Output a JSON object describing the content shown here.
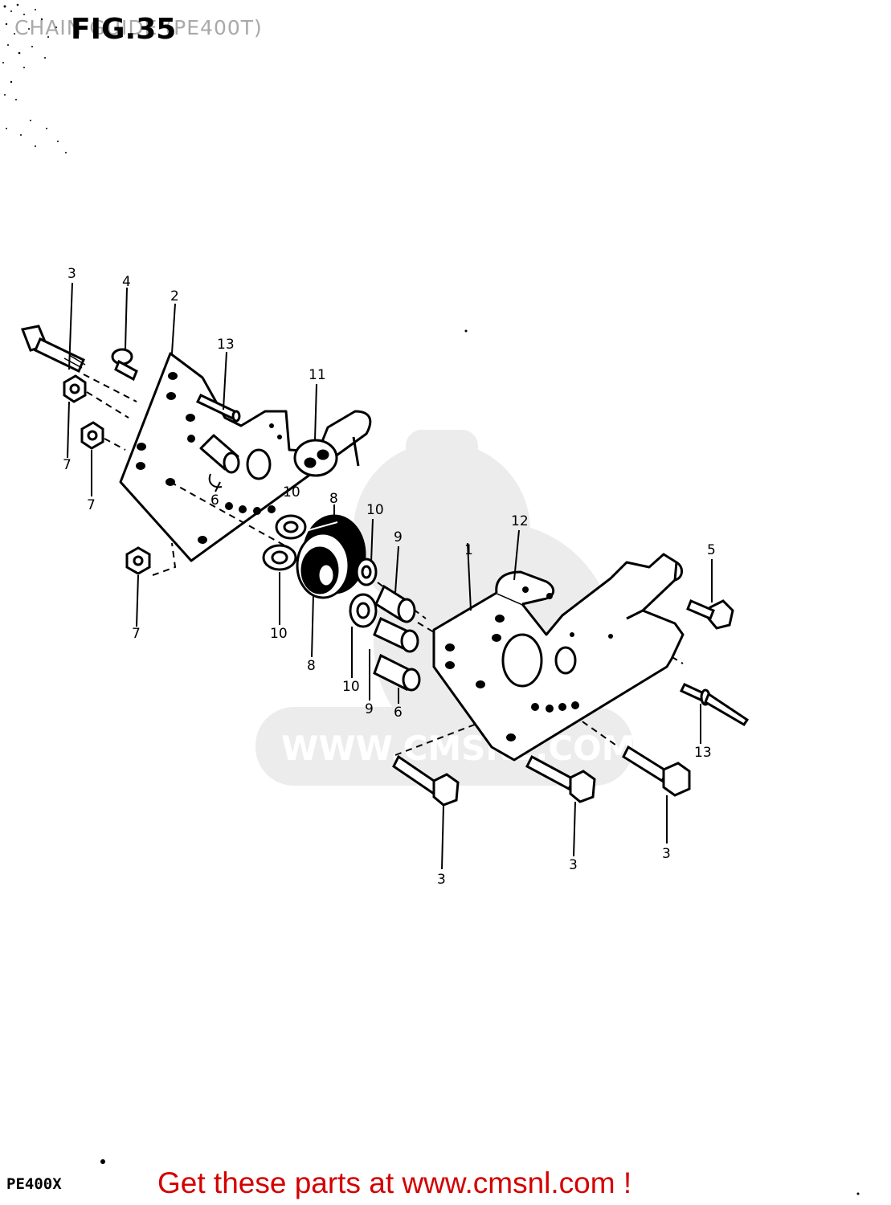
{
  "header": {
    "title": "CHAIN GUIDE (PE400T)",
    "figure_label": "FIG.35"
  },
  "watermark": {
    "text": "WWW.CMSNL.COM"
  },
  "diagram": {
    "callouts": [
      {
        "id": "c3a",
        "text": "3"
      },
      {
        "id": "c4",
        "text": "4"
      },
      {
        "id": "c2",
        "text": "2"
      },
      {
        "id": "c13a",
        "text": "13"
      },
      {
        "id": "c11",
        "text": "11"
      },
      {
        "id": "c7a",
        "text": "7"
      },
      {
        "id": "c7b",
        "text": "7"
      },
      {
        "id": "c7c",
        "text": "7"
      },
      {
        "id": "c6a",
        "text": "6"
      },
      {
        "id": "c10a",
        "text": "10"
      },
      {
        "id": "c8a",
        "text": "8"
      },
      {
        "id": "c10b",
        "text": "10"
      },
      {
        "id": "c10c",
        "text": "10"
      },
      {
        "id": "c8b",
        "text": "8"
      },
      {
        "id": "c10d",
        "text": "10"
      },
      {
        "id": "c9a",
        "text": "9"
      },
      {
        "id": "c9b",
        "text": "9"
      },
      {
        "id": "c6b",
        "text": "6"
      },
      {
        "id": "c1",
        "text": "1"
      },
      {
        "id": "c12",
        "text": "12"
      },
      {
        "id": "c5",
        "text": "5"
      },
      {
        "id": "c13b",
        "text": "13"
      },
      {
        "id": "c3b",
        "text": "3"
      },
      {
        "id": "c3c",
        "text": "3"
      },
      {
        "id": "c3d",
        "text": "3"
      }
    ]
  },
  "footer": {
    "model": "PE400X",
    "promo": "Get these parts at www.cmsnl.com !"
  },
  "colors": {
    "line": "#000000",
    "title_gray": "#a9a9a9",
    "promo_red": "#d40000",
    "watermark_gray": "#ececec"
  }
}
